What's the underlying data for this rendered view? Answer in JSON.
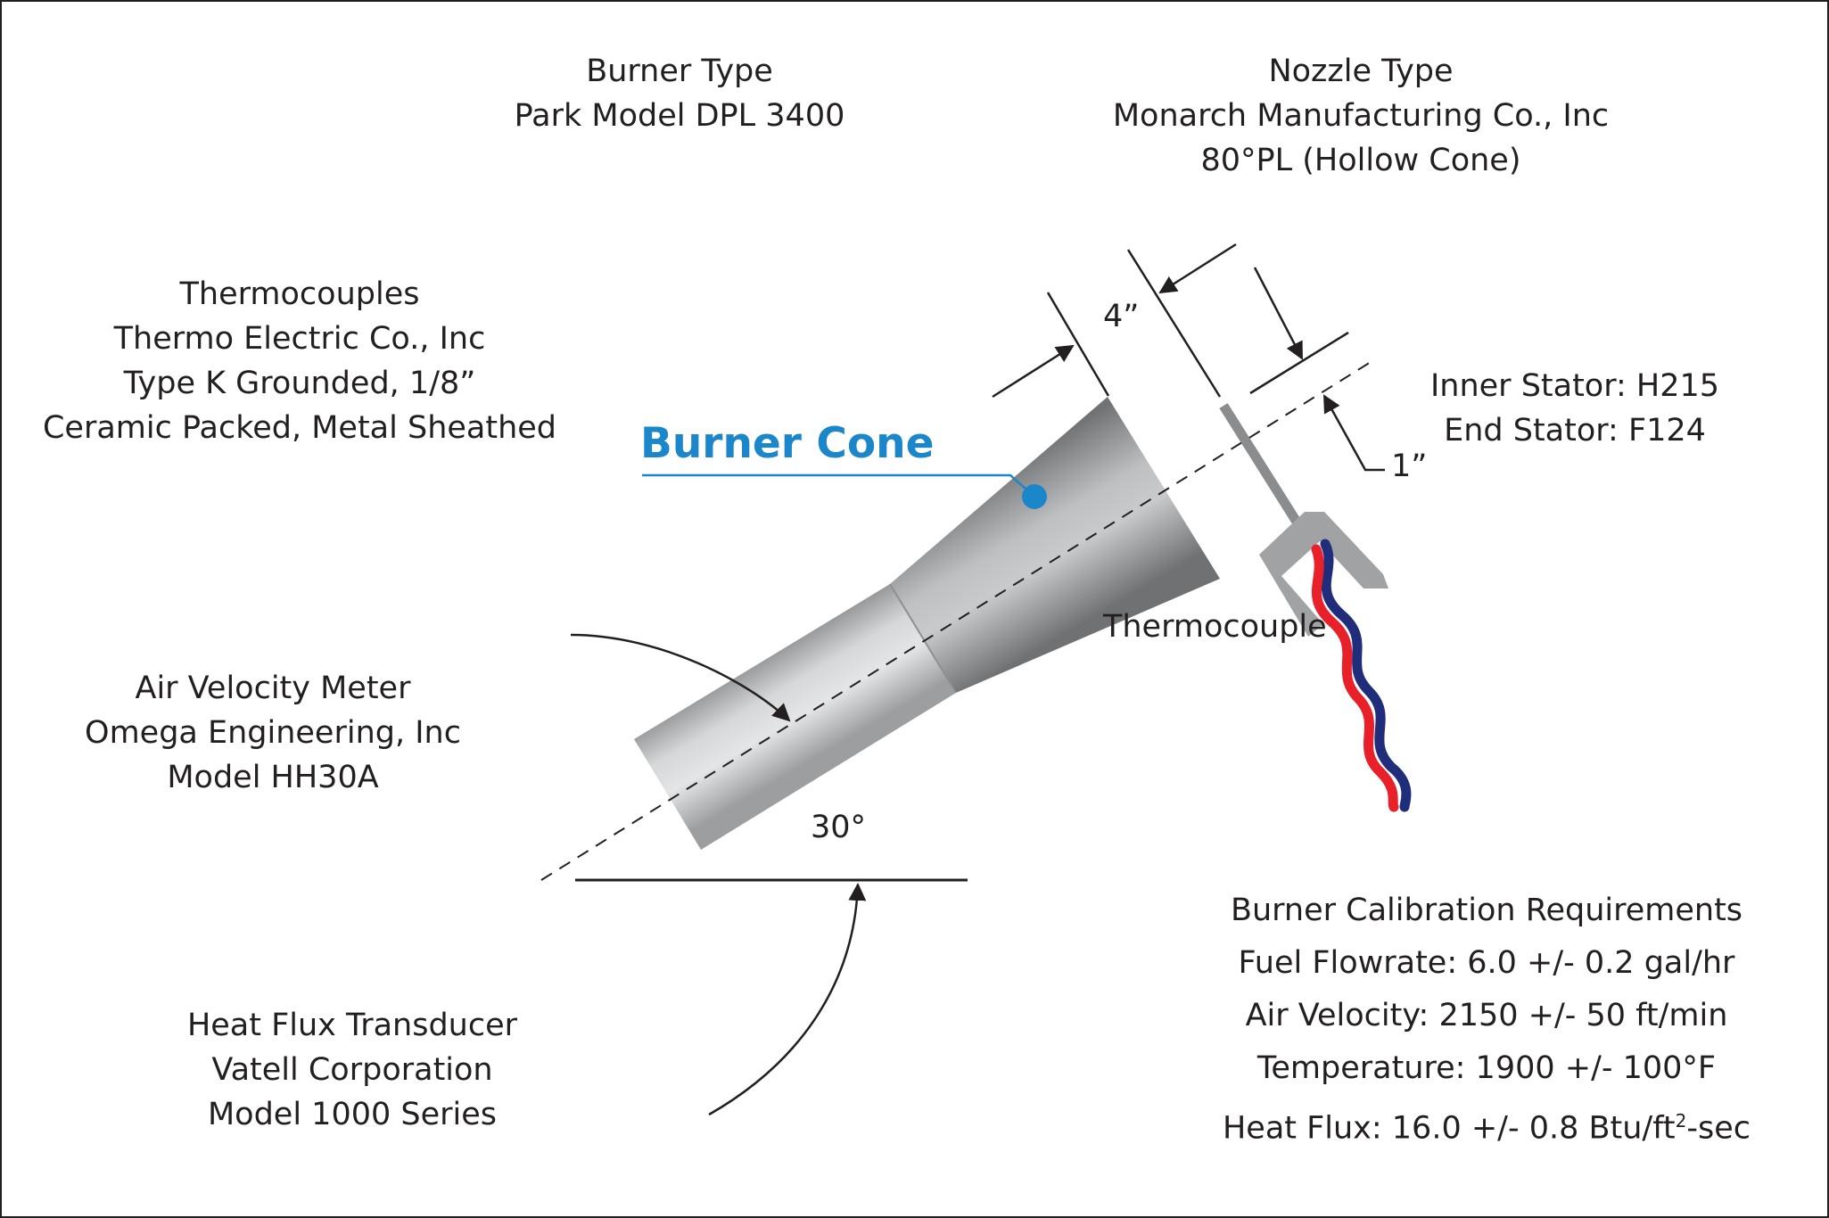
{
  "burner_type": {
    "title": "Burner Type",
    "model": "Park Model DPL 3400"
  },
  "nozzle_type": {
    "title": "Nozzle Type",
    "maker": "Monarch Manufacturing Co., Inc",
    "spec": "80°PL (Hollow Cone)"
  },
  "thermocouples": {
    "title": "Thermocouples",
    "maker": "Thermo Electric Co., Inc",
    "type": "Type K Grounded, 1/8”",
    "build": "Ceramic Packed, Metal Sheathed"
  },
  "stators": {
    "inner": "Inner Stator: H215",
    "end": "End Stator: F124"
  },
  "burner_cone_label": "Burner Cone",
  "thermocouple_label": "Thermocouple",
  "air_velocity_meter": {
    "title": "Air Velocity Meter",
    "maker": "Omega Engineering, Inc",
    "model": "Model HH30A"
  },
  "heat_flux_transducer": {
    "title": "Heat Flux Transducer",
    "maker": "Vatell Corporation",
    "model": "Model 1000 Series"
  },
  "dimensions": {
    "four_inch": "4”",
    "one_inch": "1”",
    "angle": "30°"
  },
  "calibration": {
    "title": "Burner Calibration Requirements",
    "fuel": "Fuel Flowrate: 6.0 +/- 0.2 gal/hr",
    "air": "Air Velocity: 2150 +/- 50 ft/min",
    "temperature": "Temperature: 1900 +/- 100°F",
    "heat_flux_prefix": "Heat Flux: 16.0 +/- 0.8 Btu/ft",
    "heat_flux_sup": "2",
    "heat_flux_suffix": "-sec"
  },
  "colors": {
    "accent_blue": "#1b86c9",
    "wire_red": "#e8202a",
    "wire_blue": "#1f2d7a",
    "metal_gray": "#8a8c8e",
    "line": "#231f20"
  }
}
